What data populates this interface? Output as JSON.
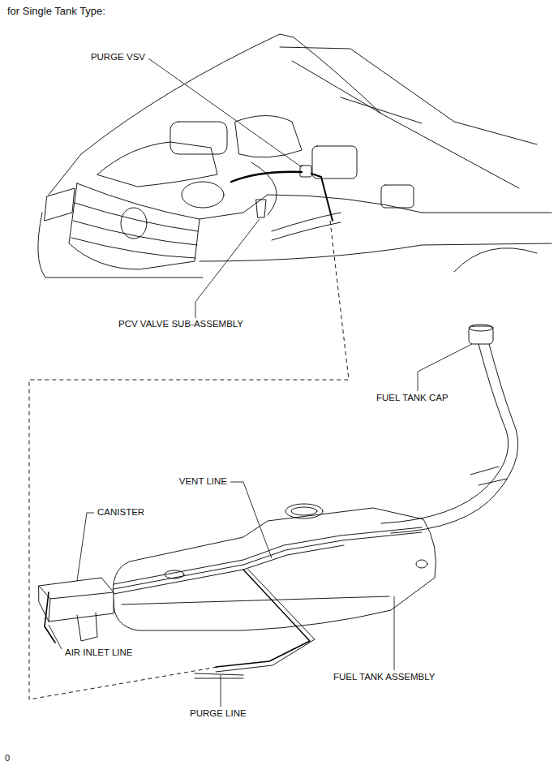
{
  "diagram": {
    "title": "for Single Tank Type:",
    "labels": [
      "PURGE VSV",
      "PCV VALVE SUB-ASSEMBLY",
      "FUEL TANK CAP",
      "VENT LINE",
      "CANISTER",
      "AIR INLET LINE",
      "FUEL TANK ASSEMBLY",
      "PURGE LINE",
      "0"
    ]
  }
}
